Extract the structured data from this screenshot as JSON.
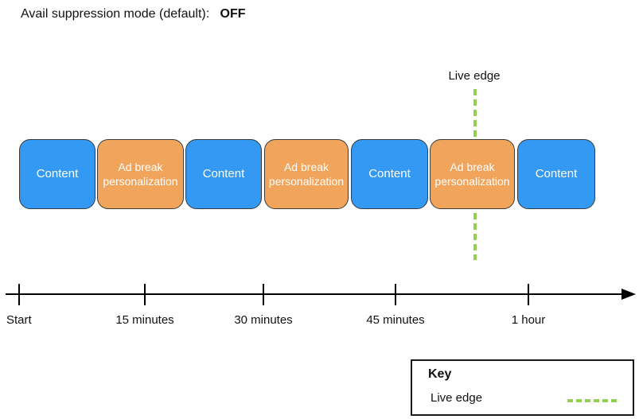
{
  "title": {
    "prefix": "Avail suppression mode (default):",
    "value": "OFF"
  },
  "live_edge": {
    "label": "Live edge"
  },
  "timeline_blocks": [
    {
      "label": "Content",
      "type": "content"
    },
    {
      "label": "Ad break personalization",
      "type": "ad-break"
    },
    {
      "label": "Content",
      "type": "content"
    },
    {
      "label": "Ad break personalization",
      "type": "ad-break"
    },
    {
      "label": "Content",
      "type": "content"
    },
    {
      "label": "Ad break personalization",
      "type": "ad-break"
    },
    {
      "label": "Content",
      "type": "content"
    }
  ],
  "axis": {
    "ticks": [
      "Start",
      "15 minutes",
      "30 minutes",
      "45 minutes",
      "1 hour"
    ]
  },
  "key": {
    "title": "Key",
    "items": [
      {
        "label": "Live edge",
        "swatch": "green-dashed-line"
      }
    ]
  },
  "colors": {
    "content_block_blue": "#3399F2",
    "ad_break_orange": "#F0A45C",
    "live_edge_green": "#92D050",
    "block_border": "#3A3A3A"
  }
}
